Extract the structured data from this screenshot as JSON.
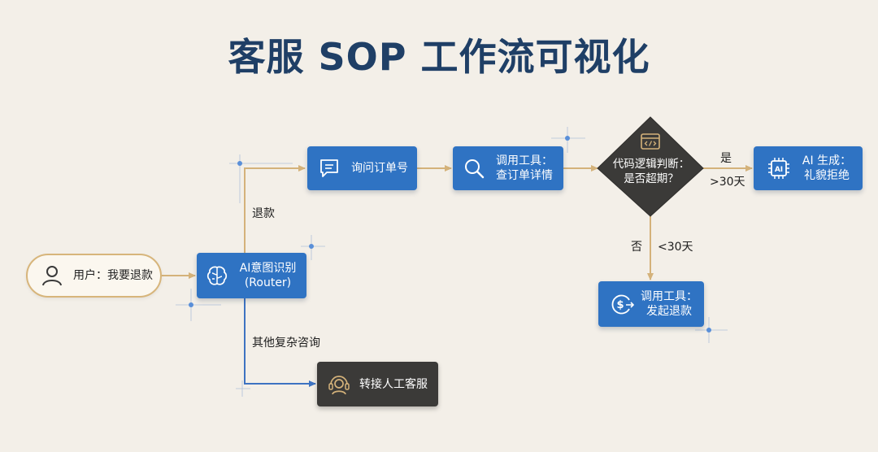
{
  "title": "客服 SOP 工作流可视化",
  "nodes": {
    "user": {
      "label": "用户：我要退款"
    },
    "router": {
      "line1": "AI意图识别",
      "line2": "(Router)"
    },
    "ask_order": {
      "label": "询问订单号"
    },
    "query_order": {
      "line1": "调用工具：",
      "line2": "查订单详情"
    },
    "decision": {
      "line1": "代码逻辑判断：",
      "line2": "是否超期？"
    },
    "ai_reject": {
      "line1": "AI 生成：",
      "line2": "礼貌拒绝"
    },
    "refund": {
      "line1": "调用工具：",
      "line2": "发起退款"
    },
    "human": {
      "label": "转接人工客服"
    }
  },
  "edges": {
    "refund_branch": "退款",
    "other_branch": "其他复杂咨询",
    "yes": "是",
    "over_30": ">30天",
    "no": "否",
    "under_30": "<30天"
  },
  "colors": {
    "node_blue": "#2f73c3",
    "node_dark": "#3b3a38",
    "connector_gold": "#d4b27a",
    "connector_blue": "#3d73c2",
    "title": "#1f3f66",
    "background": "#f3efe8"
  },
  "icons": {
    "user": "user-icon",
    "router": "brain-icon",
    "ask_order": "chat-icon",
    "query_order": "search-icon",
    "decision": "code-icon",
    "ai_reject": "chip-icon",
    "refund": "refund-icon",
    "human": "headset-icon"
  }
}
